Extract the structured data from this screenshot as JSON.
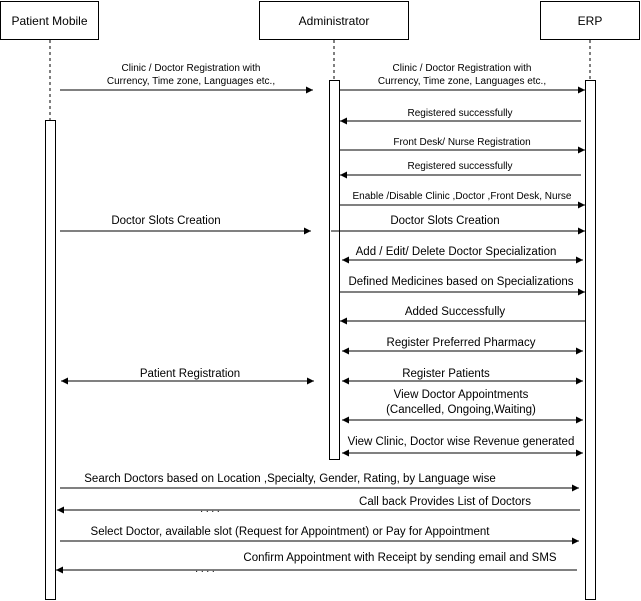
{
  "actors": {
    "patient_mobile": "Patient Mobile",
    "administrator": "Administrator",
    "erp": "ERP"
  },
  "messages": {
    "clinic_reg_left_1": "Clinic / Doctor Registration with",
    "clinic_reg_left_2": "Currency, Time zone, Languages etc.,",
    "clinic_reg_right_1": "Clinic / Doctor Registration with",
    "clinic_reg_right_2": "Currency, Time zone, Languages etc.,",
    "registered_successfully_1": "Registered successfully",
    "front_desk_nurse_registration": "Front Desk/ Nurse Registration",
    "registered_successfully_2": "Registered successfully",
    "enable_disable": "Enable /Disable Clinic ,Doctor ,Front Desk, Nurse",
    "doctor_slots_left": "Doctor Slots Creation",
    "doctor_slots_right": "Doctor Slots Creation",
    "add_edit_delete_specialization": "Add / Edit/ Delete Doctor Specialization",
    "defined_medicines": "Defined Medicines based on Specializations",
    "added_successfully": "Added Successfully",
    "register_preferred_pharmacy": "Register Preferred Pharmacy",
    "patient_registration": "Patient Registration",
    "register_patients": "Register Patients",
    "view_appointments_1": "View Doctor Appointments",
    "view_appointments_2": "(Cancelled, Ongoing,Waiting)",
    "view_revenue": "View Clinic, Doctor wise Revenue generated",
    "search_doctors": "Search Doctors based on Location ,Specialty, Gender, Rating, by Language wise",
    "call_back_list": "Call back Provides List of Doctors",
    "select_doctor": "Select Doctor, available slot (Request for Appointment) or Pay for  Appointment",
    "confirm_appointment": "Confirm Appointment with Receipt by sending email and SMS"
  },
  "colors": {
    "stroke": "#000000",
    "fill": "#ffffff"
  }
}
